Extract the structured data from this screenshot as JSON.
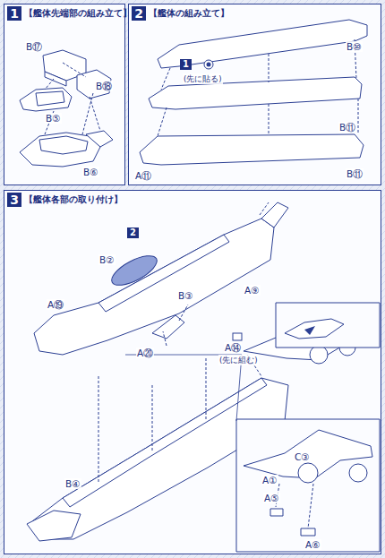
{
  "diagram": {
    "nodes": [
      {
        "text": [
          "1",
          "【艦体先端部の組み立て】"
        ]
      },
      {
        "text": [
          "2",
          "【艦体の組み立て】"
        ]
      },
      {
        "text": [
          "3",
          "【艦体各部の取り付け】"
        ]
      }
    ],
    "labels": [
      "B⑰",
      "B⑱",
      "B⑤",
      "B⑥",
      "1",
      "(先に貼る)",
      "B⑩",
      "B⑪",
      "B⑪",
      "A⑪",
      "2",
      "B②",
      "A⑨",
      "A⑲",
      "B③",
      "A⑳",
      "A⑭",
      "(先に組む)",
      "B④",
      "C③",
      "A①",
      "A⑤",
      "A⑥"
    ]
  }
}
